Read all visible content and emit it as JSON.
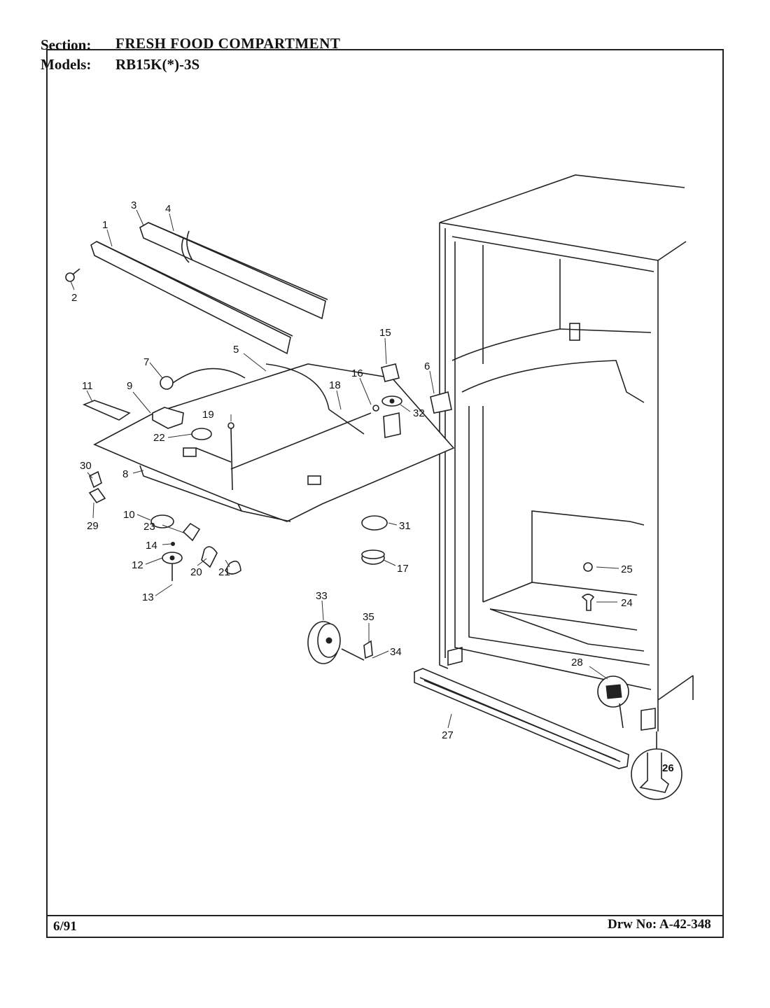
{
  "header": {
    "section_label": "Section:",
    "section_value": "FRESH FOOD COMPARTMENT",
    "models_label": "Models:",
    "models_value": "RB15K(*)-3S"
  },
  "footer": {
    "date": "6/91",
    "drawing_number": "Drw No: A-42-348"
  },
  "callouts": [
    "1",
    "2",
    "3",
    "4",
    "5",
    "6",
    "7",
    "8",
    "9",
    "10",
    "11",
    "12",
    "13",
    "14",
    "15",
    "16",
    "17",
    "18",
    "19",
    "20",
    "21",
    "22",
    "23",
    "24",
    "25",
    "26",
    "27",
    "28",
    "29",
    "30",
    "31",
    "32",
    "33",
    "34",
    "35"
  ]
}
